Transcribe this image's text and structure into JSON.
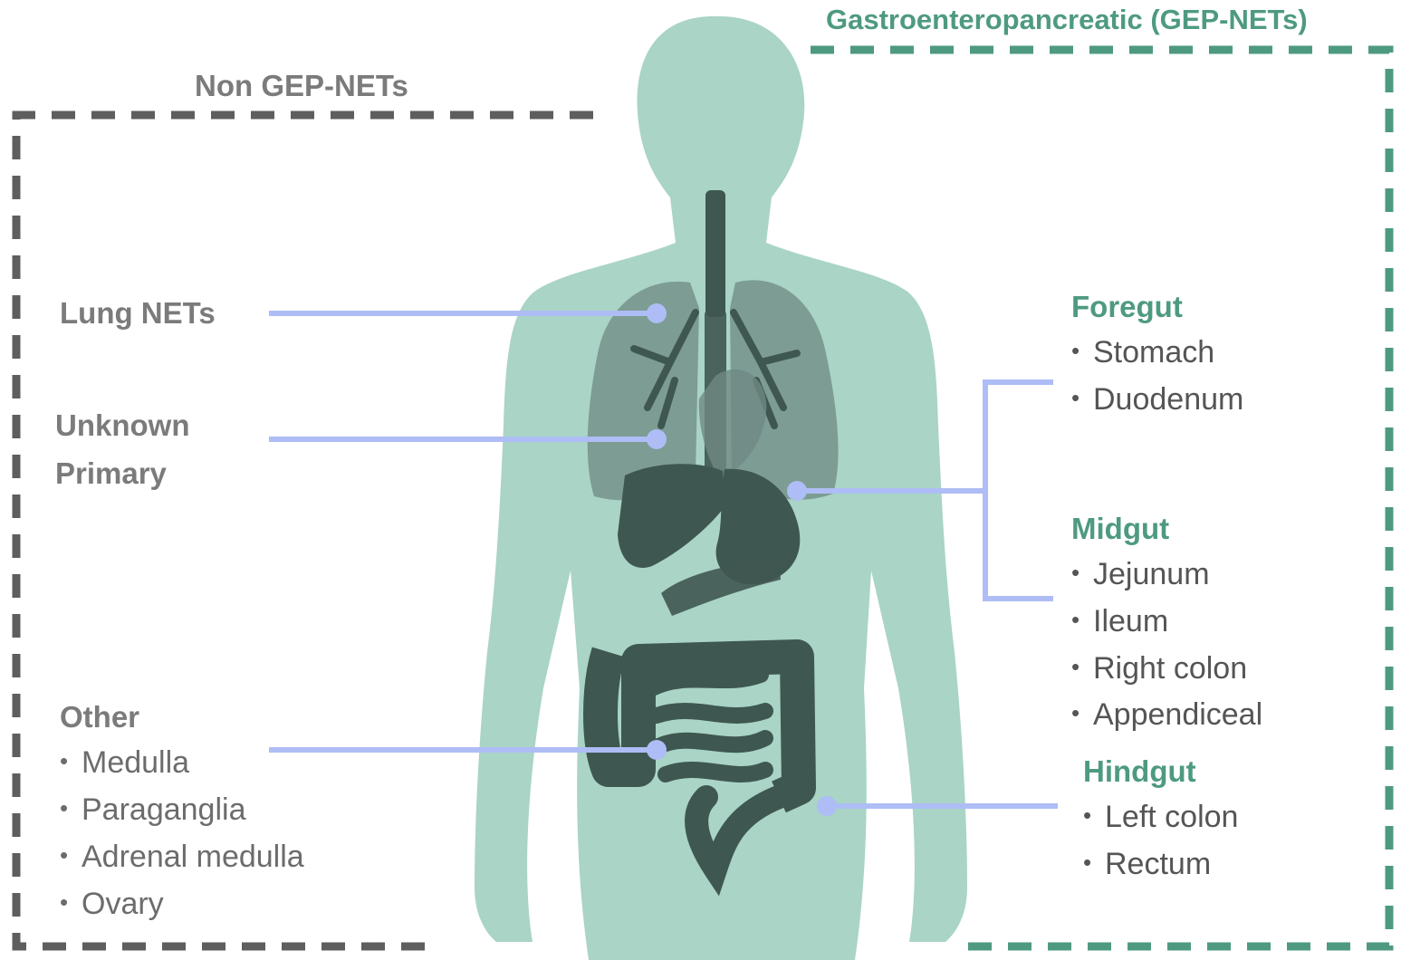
{
  "colors": {
    "body_fill": "#a9d4c6",
    "organ_fill": "#3f5751",
    "lung_fill": "#6f8a83",
    "connector": "#aebdf5",
    "non_gep_border": "#5e5e5e",
    "gep_border": "#4e9a80",
    "green_text": "#4e9a80",
    "grey_text": "#7b7b7b"
  },
  "non_gep": {
    "title": "Non GEP-NETs",
    "lung": "Lung NETs",
    "unknown_line1": "Unknown",
    "unknown_line2": "Primary",
    "other": {
      "title": "Other",
      "items": [
        "Medulla",
        "Paraganglia",
        "Adrenal medulla",
        "Ovary"
      ]
    }
  },
  "gep": {
    "title": "Gastroenteropancreatic (GEP-NETs)",
    "foregut": {
      "title": "Foregut",
      "items": [
        "Stomach",
        "Duodenum"
      ]
    },
    "midgut": {
      "title": "Midgut",
      "items": [
        "Jejunum",
        "Ileum",
        "Right colon",
        "Appendiceal"
      ]
    },
    "hindgut": {
      "title": "Hindgut",
      "items": [
        "Left colon",
        "Rectum"
      ]
    }
  },
  "bullet": "•"
}
